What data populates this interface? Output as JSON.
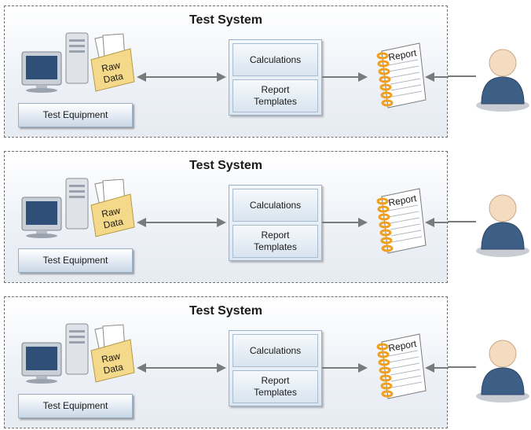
{
  "diagrams": [
    {
      "title": "Test System",
      "equipment_label": "Test Equipment",
      "raw_data_line1": "Raw",
      "raw_data_line2": "Data",
      "calculations_label": "Calculations",
      "templates_line1": "Report",
      "templates_line2": "Templates",
      "report_label": "Report"
    },
    {
      "title": "Test System",
      "equipment_label": "Test Equipment",
      "raw_data_line1": "Raw",
      "raw_data_line2": "Data",
      "calculations_label": "Calculations",
      "templates_line1": "Report",
      "templates_line2": "Templates",
      "report_label": "Report"
    },
    {
      "title": "Test System",
      "equipment_label": "Test Equipment",
      "raw_data_line1": "Raw",
      "raw_data_line2": "Data",
      "calculations_label": "Calculations",
      "templates_line1": "Report",
      "templates_line2": "Templates",
      "report_label": "Report"
    }
  ],
  "icons": {
    "computer": "computer-icon",
    "raw_data": "raw-data-folder-icon",
    "report": "report-notebook-icon",
    "user": "user-icon"
  },
  "colors": {
    "panel_fill": "#e6ebf2",
    "box_border": "#9ab0c7",
    "arrow": "#7a7a7a",
    "folder": "#f5d98a",
    "spiral": "#f0a020",
    "user_body": "#3e5f85",
    "user_head": "#f4dcc0"
  }
}
